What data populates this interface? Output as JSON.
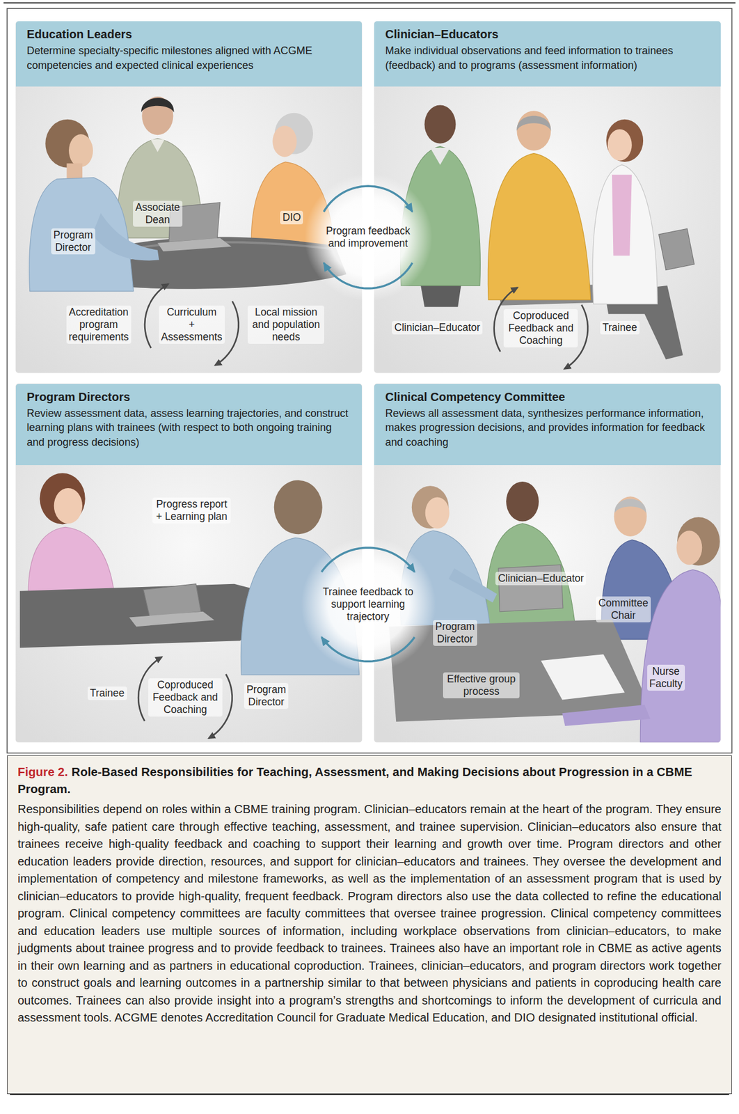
{
  "diagram": {
    "title": "Role-Based Responsibilities for Teaching, Assessment, and Making Decisions about Progression in a CBME Program.",
    "caption": "Responsibilities depend on roles within a CBME training program. Clinician–educators remain at the heart of the program. They ensure high-quality, safe patient care through effective teaching, assessment, and trainee supervision. Clinician–educators also ensure that trainees receive high-quality feedback and coaching to support their learning and growth over time. Program directors and other education leaders provide direction, resources, and support for clinician–educators and trainees. They oversee the development and implementation of competency and milestone frameworks, as well as the implementation of an assessment program that is used by clinician–educators to provide high-quality, frequent feedback. Program directors also use the data collected to refine the educational program. Clinical competency committees are faculty committees that oversee trainee progression. Clinical competency committees and education leaders use multiple sources of information, including workplace observations from clinician–educators, to make judgments about trainee progress and to provide feedback to trainees. Trainees also have an important role in CBME as active agents in their own learning and as partners in educational coproduction. Trainees, clinician–educators, and program directors work together to construct goals and learning outcomes in a partnership similar to that between physicians and patients in coproducing health care outcomes. Trainees can also provide insight into a program’s strengths and shortcomings to inform the development of curricula and assessment tools. ACGME denotes Accreditation Council for Graduate Medical Education, and DIO designated institutional official.",
    "nodes": [
      {
        "text": [
          "Education Leaders",
          "Determine specialty-specific milestones aligned with ACGME competencies and expected clinical experiences"
        ]
      },
      {
        "text": [
          "Clinician–Educators",
          "Make individual observations and feed information to trainees (feedback) and to programs (assessment information)"
        ]
      },
      {
        "text": [
          "Program Directors",
          "Review assessment data, assess learning trajectories, and construct learning plans with trainees (with respect to both ongoing training and progress decisions)"
        ]
      },
      {
        "text": [
          "Clinical Competency Committee",
          "Reviews all assessment data, synthesizes performance information, makes progression decisions, and provides information for feedback and coaching"
        ]
      }
    ],
    "edges": [
      {
        "from": 0,
        "to": 1,
        "arrow": "to",
        "label": "Program feedback and improvement"
      },
      {
        "from": 1,
        "to": 0,
        "arrow": "to"
      },
      {
        "from": 2,
        "to": 3,
        "arrow": "to",
        "label": "Trainee feedback to support learning trajectory"
      },
      {
        "from": 3,
        "to": 2,
        "arrow": "to"
      }
    ],
    "labels": [
      "Program Director",
      "Associate Dean",
      "DIO",
      "Accreditation program requirements",
      "Curriculum + Assessments",
      "Local mission and population needs",
      "Clinician–Educator",
      "Coproduced Feedback and Coaching",
      "Trainee",
      "Progress report + Learning plan",
      "Trainee",
      "Coproduced Feedback and Coaching",
      "Program Director",
      "Clinician–Educator",
      "Committee Chair",
      "Program Director",
      "Effective group process",
      "Nurse Faculty",
      "Figure 2."
    ]
  }
}
